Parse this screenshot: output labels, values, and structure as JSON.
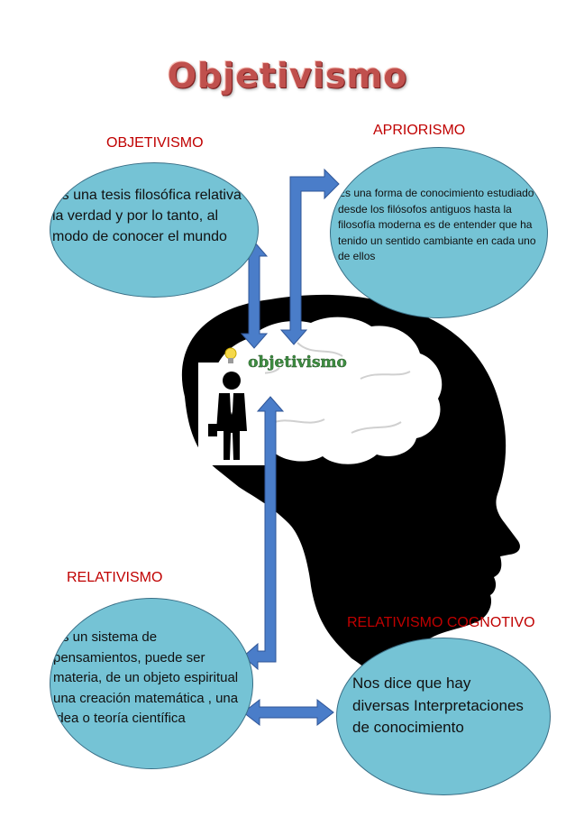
{
  "title": "Objetivismo",
  "center_word": "objetivismo",
  "colors": {
    "title": "#c0504d",
    "label": "#c00000",
    "bubble": "#75c3d5",
    "arrow": "#4a7dc9",
    "head": "#000000",
    "brain": "#ffffff"
  },
  "nodes": {
    "objetivismo": {
      "label": "OBJETIVISMO",
      "text": "Es una tesis filosófica relativa a la verdad y por lo tanto, al modo de conocer el mundo"
    },
    "apriorismo": {
      "label": "APRIORISMO",
      "text": "Es una forma de conocimiento estudiado desde los filósofos antiguos  hasta la filosofía moderna  es de entender que ha tenido un sentido  cambiante en cada uno de ellos"
    },
    "relativismo": {
      "label": "RELATIVISMO",
      "text": "Es un sistema de pensamientos, puede ser materia, de un objeto espiritual una creación matemática , una idea o teoría científica"
    },
    "relativismo_cognotivo": {
      "label": "RELATIVISMO COGNOTIVO",
      "text": "Nos dice que hay diversas Interpretaciones de conocimiento"
    }
  },
  "icons": [
    "head-silhouette-icon",
    "brain-icon",
    "lightbulb-icon",
    "businessman-icon"
  ]
}
